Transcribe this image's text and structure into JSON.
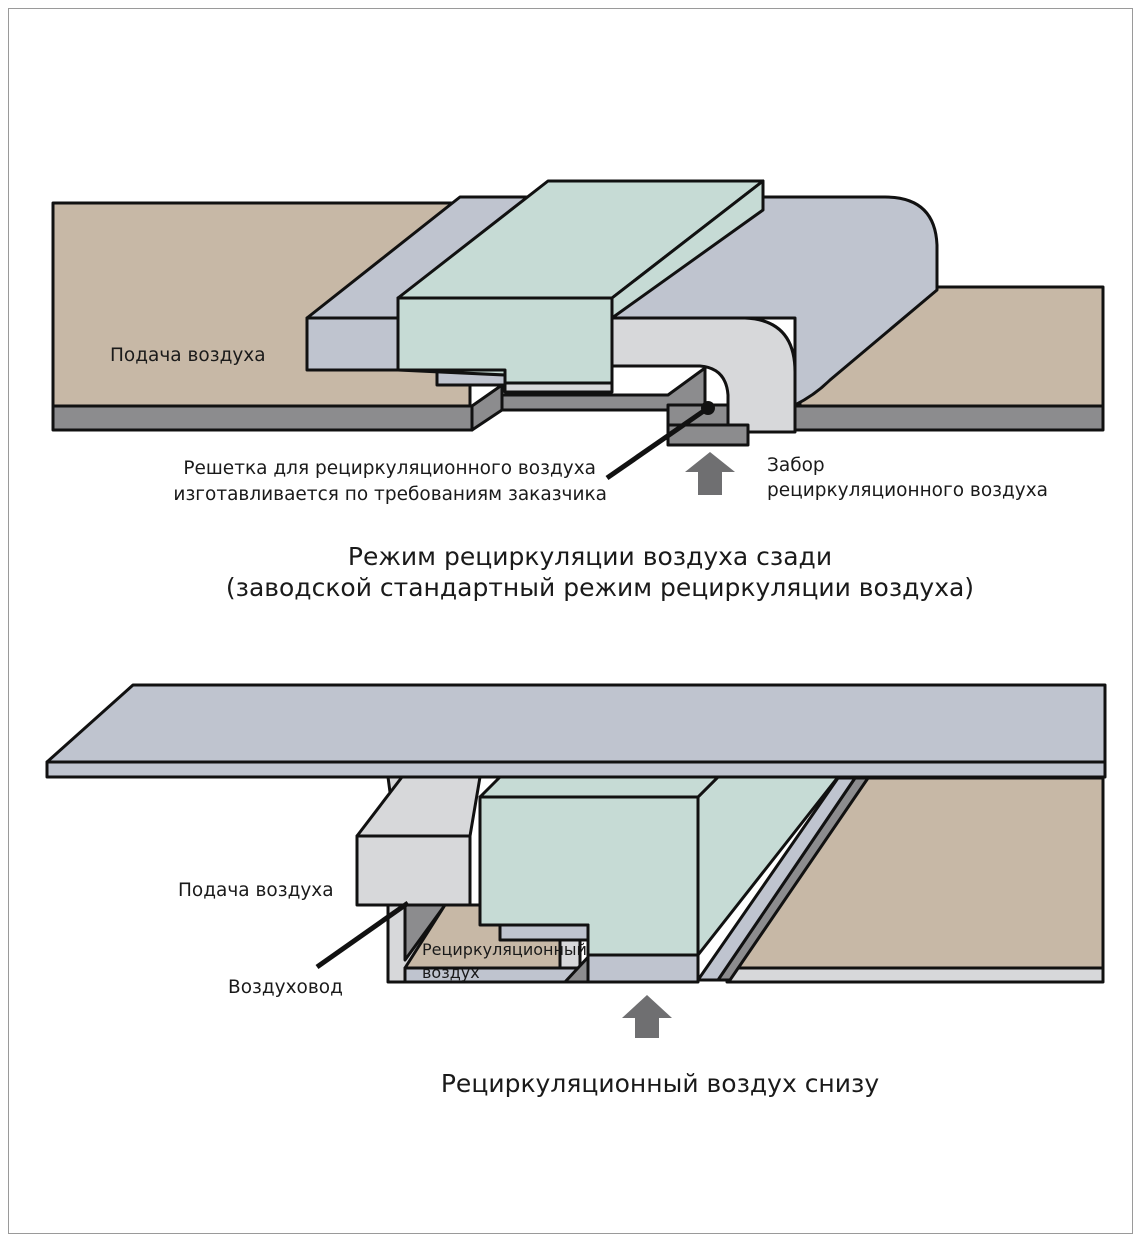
{
  "top": {
    "label_supply": "Подача воздуха",
    "label_grille_1": "Решетка для рециркуляционного воздуха",
    "label_grille_2": "изготавливается по требованиям заказчика",
    "label_intake_1": "Забор",
    "label_intake_2": "рециркуляционного воздуха",
    "caption_1": "Режим рециркуляции воздуха сзади",
    "caption_2": "(заводской стандартный режим рециркуляции воздуха)"
  },
  "bottom": {
    "label_supply": "Подача воздуха",
    "label_duct": "Воздуховод",
    "label_recirc_1": "Рециркуляционный",
    "label_recirc_2": "воздух",
    "caption": "Рециркуляционный воздух снизу"
  },
  "colors": {
    "beige": "#c7b8a6",
    "gray_blue": "#bfc4cf",
    "mint": "#c6dbd5",
    "light_gray": "#d7d8da",
    "dark_gray": "#8c8c8e",
    "arrow": "#6f6f71"
  }
}
